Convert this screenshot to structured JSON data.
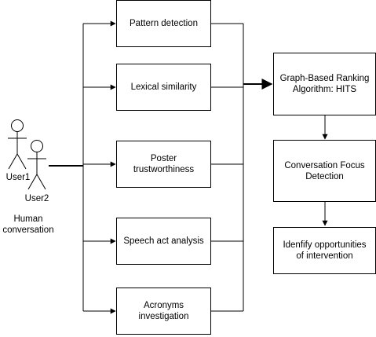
{
  "actors": {
    "user1": "User1",
    "user2": "User2",
    "group_label": "Human\nconversation"
  },
  "analysis": {
    "pattern": "Pattern detection",
    "lexical": "Lexical similarity",
    "poster": "Poster\ntrustworthiness",
    "speech": "Speech act analysis",
    "acronyms": "Acronyms\ninvestigation"
  },
  "pipeline": {
    "ranking": "Graph-Based Ranking\nAlgorithm: HITS",
    "focus": "Conversation Focus\nDetection",
    "intervention": "Idenfify  opportunities\nof intervention"
  }
}
